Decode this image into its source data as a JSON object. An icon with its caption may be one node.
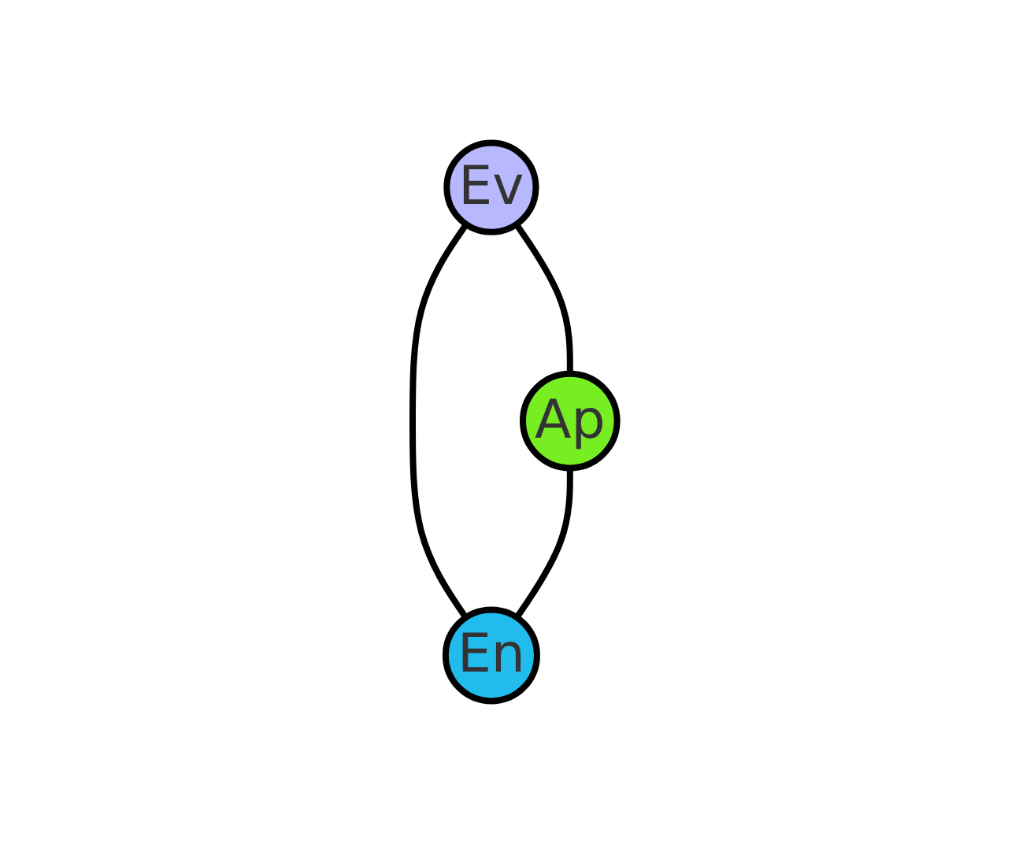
{
  "diagram": {
    "nodes": [
      {
        "text": [
          "Ev"
        ]
      },
      {
        "text": [
          "Ap"
        ]
      },
      {
        "text": [
          "En"
        ]
      }
    ],
    "edges": [
      {
        "from": 0,
        "to": 1,
        "arrow": "none"
      },
      {
        "from": 0,
        "to": 2,
        "arrow": "none"
      },
      {
        "from": 1,
        "to": 2,
        "arrow": "none"
      }
    ]
  }
}
